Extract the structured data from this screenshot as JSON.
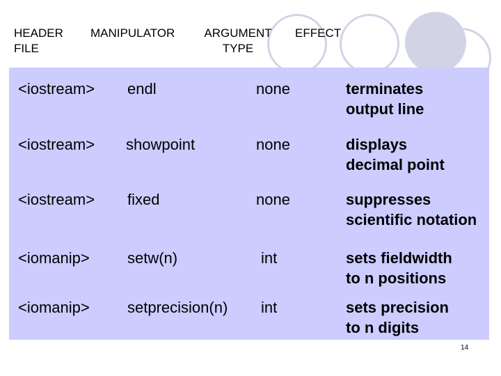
{
  "headers": {
    "header_file": "HEADER FILE",
    "header_file_line1": "HEADER",
    "header_file_line2": "FILE",
    "manipulator": "MANIPULATOR",
    "argument_type_line1": "ARGUMENT",
    "argument_type_line2": "TYPE",
    "effect": "EFFECT"
  },
  "rows": [
    {
      "header_file": "<iostream>",
      "manipulator": "endl",
      "argument_type": "none",
      "effect_line1": "terminates",
      "effect_line2": "output line"
    },
    {
      "header_file": "<iostream>",
      "manipulator": "showpoint",
      "argument_type": "none",
      "effect_line1": "displays",
      "effect_line2": "decimal point"
    },
    {
      "header_file": "<iostream>",
      "manipulator": "fixed",
      "argument_type": "none",
      "effect_line1": "suppresses",
      "effect_line2": "scientific notation"
    },
    {
      "header_file": "<iomanip>",
      "manipulator": "setw(n)",
      "argument_type": "int",
      "effect_line1": "sets fieldwidth",
      "effect_line2": "to n positions"
    },
    {
      "header_file": "<iomanip>",
      "manipulator": "setprecision(n)",
      "argument_type": "int",
      "effect_line1": "sets precision",
      "effect_line2": "to n digits"
    }
  ],
  "page_number": "14",
  "colors": {
    "table_bg": "#ccccff",
    "decor": "#d2d4e6"
  }
}
